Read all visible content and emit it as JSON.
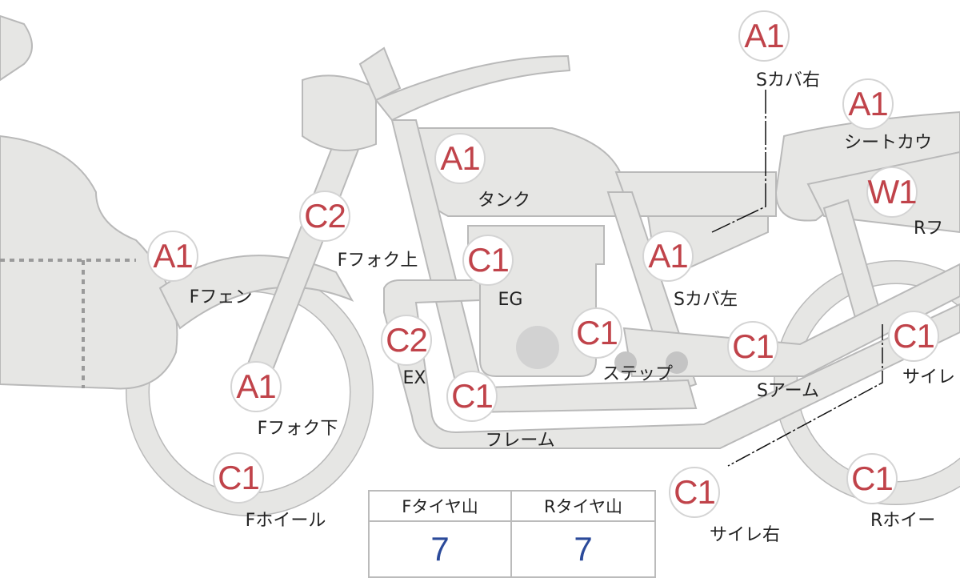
{
  "colors": {
    "part_fill": "#e6e6e4",
    "part_stroke": "#b9b9b9",
    "grade_text": "#c0434a",
    "tire_value": "#2b4a9a"
  },
  "parts": [
    {
      "id": "s-cover-right",
      "grade": "A1",
      "label": "Sカバ右"
    },
    {
      "id": "seat-cowl",
      "grade": "A1",
      "label": "シートカウ"
    },
    {
      "id": "r-fender",
      "grade": "W1",
      "label": "Rフ"
    },
    {
      "id": "tank",
      "grade": "A1",
      "label": "タンク"
    },
    {
      "id": "f-fork-upper",
      "grade": "C2",
      "label": "Fフォク上"
    },
    {
      "id": "f-fender",
      "grade": "A1",
      "label": "Fフェン"
    },
    {
      "id": "engine",
      "grade": "C1",
      "label": "EG"
    },
    {
      "id": "s-cover-left",
      "grade": "A1",
      "label": "Sカバ左"
    },
    {
      "id": "step",
      "grade": "C1",
      "label": "ステップ"
    },
    {
      "id": "exhaust",
      "grade": "C2",
      "label": "EX"
    },
    {
      "id": "swing-arm",
      "grade": "C1",
      "label": "Sアーム"
    },
    {
      "id": "silencer-left",
      "grade": "C1",
      "label": "サイレ"
    },
    {
      "id": "f-fork-lower",
      "grade": "A1",
      "label": "Fフォク下"
    },
    {
      "id": "frame",
      "grade": "C1",
      "label": "フレーム"
    },
    {
      "id": "f-wheel",
      "grade": "C1",
      "label": "Fホイール"
    },
    {
      "id": "silencer-right",
      "grade": "C1",
      "label": "サイレ右"
    },
    {
      "id": "r-wheel",
      "grade": "C1",
      "label": "Rホイー"
    }
  ],
  "tire_table": {
    "headers": [
      "Fタイヤ山",
      "Rタイヤ山"
    ],
    "values": [
      "7",
      "7"
    ]
  }
}
